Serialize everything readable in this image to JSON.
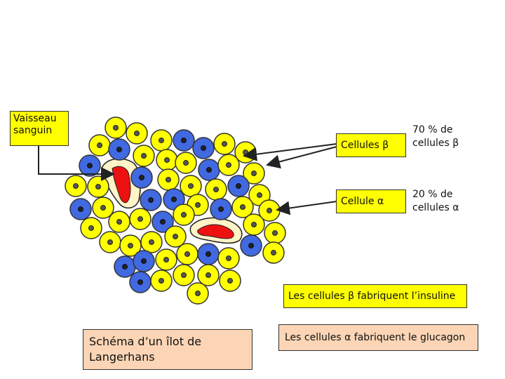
{
  "labels": {
    "vessel": "Vaisseau sanguin",
    "beta_cells": "Cellules β",
    "alpha_cell": "Cellule α",
    "beta_percent": "70 % de cellules β",
    "alpha_percent": "20 % de cellules α",
    "beta_function": "Les cellules β fabriquent l’insuline",
    "alpha_function": "Les cellules α fabriquent le glucagon",
    "caption": "Schéma d’un îlot de Langerhans"
  },
  "colors": {
    "beta_cell": "#ffff00",
    "alpha_cell": "#4169e1",
    "vessel_blood": "#ee1111",
    "vessel_wall": "#fff3c8",
    "label_yellow": "#ffff00",
    "label_peach": "#fbd5b5"
  }
}
